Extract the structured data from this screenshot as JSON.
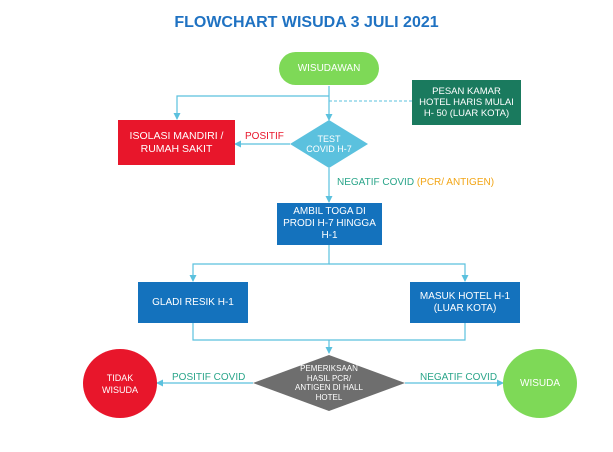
{
  "title": "FLOWCHART WISUDA 3 JULI 2021",
  "nodes": {
    "wisudawan": "WISUDAWAN",
    "pesan_kamar": "PESAN KAMAR HOTEL HARIS MULAI H- 50 (LUAR KOTA)",
    "test_covid": "TEST COVID H-7",
    "isolasi": "ISOLASI MANDIRI / RUMAH SAKIT",
    "ambil_toga": "AMBIL TOGA DI PRODI H-7 HINGGA H-1",
    "gladi_resik": "GLADI RESIK H-1",
    "masuk_hotel": "MASUK HOTEL H-1 (LUAR KOTA)",
    "pemeriksaan": "PEMERIKSAAN HASIL PCR/ ANTIGEN DI HALL HOTEL",
    "tidak_wisuda": "TIDAK WISUDA",
    "wisuda": "WISUDA"
  },
  "edge_labels": {
    "positif": "POSITIF",
    "negatif_covid": "NEGATIF COVID",
    "negatif_note": "(PCR/ ANTIGEN)",
    "positif_covid": "POSITIF COVID",
    "negatif_covid_2": "NEGATIF COVID"
  },
  "colors": {
    "title": "#1f72c2",
    "start": "#7ed957",
    "hotel_booking": "#1a7a5e",
    "decision": "#5bc1de",
    "isolation": "#e8162b",
    "process": "#1472bd",
    "final_decision": "#6e6e6e",
    "fail": "#e8162b",
    "success": "#7ed957",
    "connector": "#5bc1de",
    "positive_label": "#e8162b",
    "negative_label": "#2aa58a",
    "note_label": "#f2a516"
  }
}
